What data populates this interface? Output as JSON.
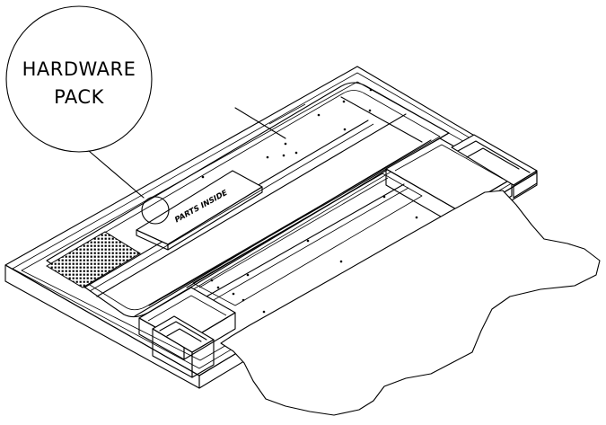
{
  "callout": {
    "line1": "HARDWARE",
    "line2": "PACK"
  },
  "box_label": "PARTS INSIDE",
  "colors": {
    "ink": "#000000",
    "paper": "#ffffff"
  }
}
